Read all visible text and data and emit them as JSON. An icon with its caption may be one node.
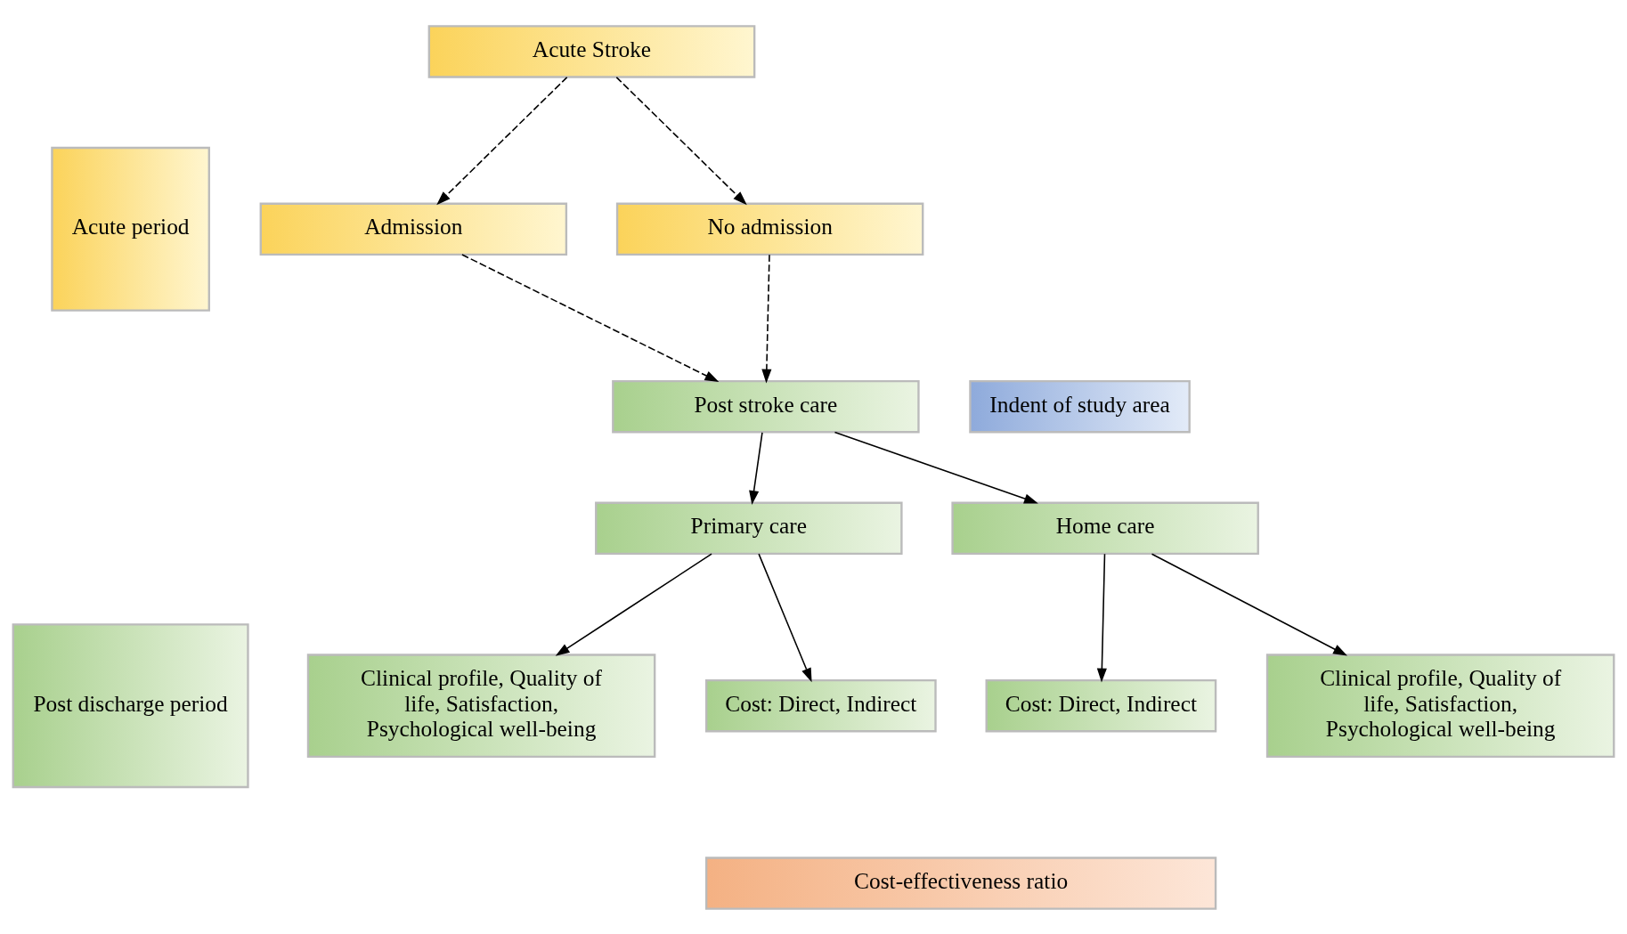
{
  "diagram": {
    "nodes": [
      {
        "text": [
          "Acute period"
        ]
      },
      {
        "text": [
          "Acute Stroke"
        ]
      },
      {
        "text": [
          "Admission"
        ]
      },
      {
        "text": [
          "No admission"
        ]
      },
      {
        "text": [
          "Post stroke care"
        ]
      },
      {
        "text": [
          "Indent of study area"
        ]
      },
      {
        "text": [
          "Post discharge period"
        ]
      },
      {
        "text": [
          "Primary care"
        ]
      },
      {
        "text": [
          "Home care"
        ]
      },
      {
        "text": [
          "Clinical profile, Quality of life, Satisfaction, Psychological well-being"
        ]
      },
      {
        "text": [
          "Cost: Direct, Indirect"
        ]
      },
      {
        "text": [
          "Cost: Direct, Indirect"
        ]
      },
      {
        "text": [
          "Clinical profile, Quality of life, Satisfaction, Psychological well-being"
        ]
      },
      {
        "text": [
          "Cost-effectiveness ratio"
        ]
      }
    ],
    "edges": [
      {
        "from": 1,
        "to": 2,
        "arrow": "to",
        "style": "dashed"
      },
      {
        "from": 1,
        "to": 3,
        "arrow": "to",
        "style": "dashed"
      },
      {
        "from": 2,
        "to": 4,
        "arrow": "to",
        "style": "dashed"
      },
      {
        "from": 3,
        "to": 4,
        "arrow": "to",
        "style": "dashed"
      },
      {
        "from": 4,
        "to": 7,
        "arrow": "to"
      },
      {
        "from": 4,
        "to": 8,
        "arrow": "to"
      },
      {
        "from": 7,
        "to": 9,
        "arrow": "to"
      },
      {
        "from": 7,
        "to": 10,
        "arrow": "to"
      },
      {
        "from": 8,
        "to": 11,
        "arrow": "to"
      },
      {
        "from": 8,
        "to": 12,
        "arrow": "to"
      }
    ]
  }
}
